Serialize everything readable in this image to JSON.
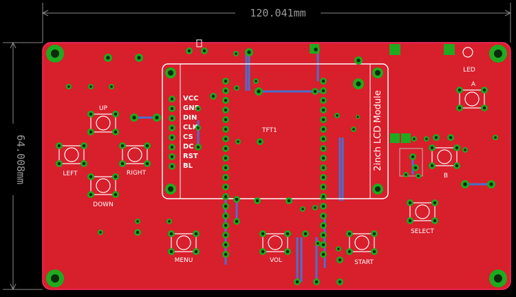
{
  "dimensions": {
    "width_label": "120.041mm",
    "height_label": "64.008mm"
  },
  "module": {
    "designator": "TFT1",
    "title": "2inch LCD Module",
    "pins": [
      "VCC",
      "GND",
      "DIN",
      "CLK",
      "CS",
      "DC",
      "RST",
      "BL"
    ]
  },
  "buttons": {
    "up": "UP",
    "left": "LEFT",
    "right": "RIGHT",
    "down": "DOWN",
    "menu": "MENU",
    "vol": "VOL",
    "start": "START",
    "select": "SELECT",
    "a": "A",
    "b": "B"
  },
  "indicator": {
    "led": "LED"
  },
  "colors": {
    "background": "#000000",
    "board": "#d81f2c",
    "board_edge": "#ff2a6a",
    "silkscreen": "#ffffff",
    "via": "#1faa1f",
    "trace_bottom": "#4a6fd0",
    "dimension_line": "#8a8a8a"
  }
}
